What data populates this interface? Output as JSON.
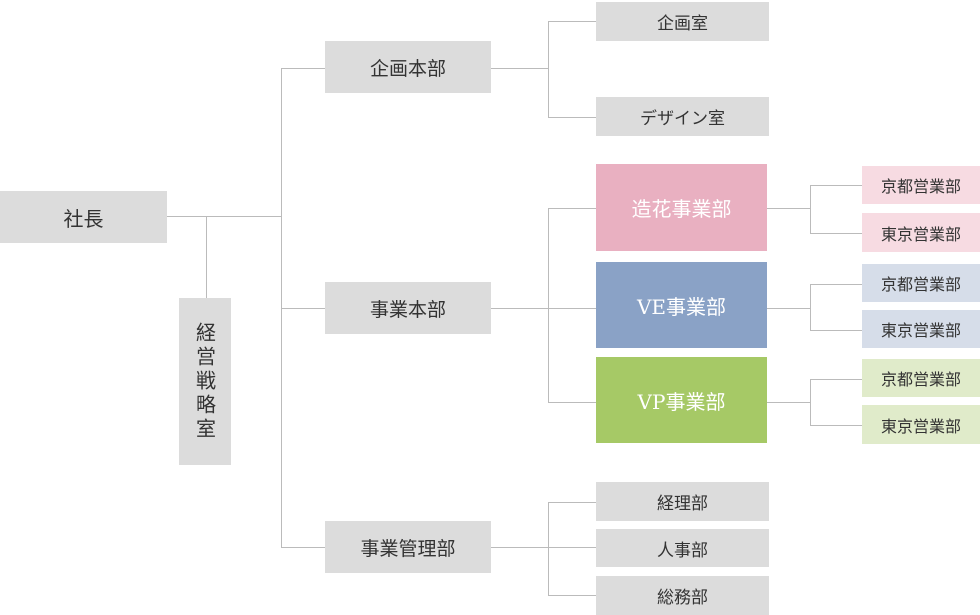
{
  "org": {
    "president": "社長",
    "strategy_office": "経営戦略室",
    "planning_hq": {
      "label": "企画本部",
      "children": [
        "企画室",
        "デザイン室"
      ]
    },
    "business_hq": {
      "label": "事業本部",
      "divisions": [
        {
          "label": "造花事業部",
          "branches": [
            "京都営業部",
            "東京営業部"
          ]
        },
        {
          "label": "VE事業部",
          "branches": [
            "京都営業部",
            "東京営業部"
          ]
        },
        {
          "label": "VP事業部",
          "branches": [
            "京都営業部",
            "東京営業部"
          ]
        }
      ]
    },
    "admin_div": {
      "label": "事業管理部",
      "children": [
        "経理部",
        "人事部",
        "総務部"
      ]
    }
  },
  "colors": {
    "node_gray": "#dcdcdc",
    "connector": "#bbbbbb",
    "flower_division": "#e9b0c1",
    "flower_branch": "#f7dbe2",
    "ve_division": "#8aa2c6",
    "ve_branch": "#d6dde9",
    "vp_division": "#a6c966",
    "vp_branch": "#e0ebca"
  }
}
